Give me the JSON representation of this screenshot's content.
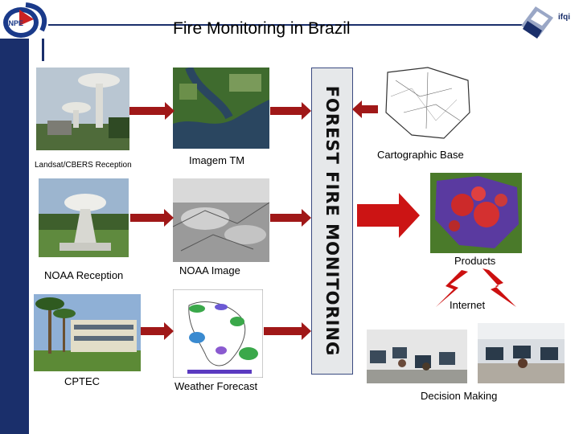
{
  "title": "Fire Monitoring in Brazil",
  "logo_left_text": "INPE",
  "logo_right_text": "ifqi",
  "banner": "FOREST FIRE MONITORING",
  "labels": {
    "landsat": "Landsat/CBERS Reception",
    "imagem_tm": "Imagem TM",
    "noaa_reception": "NOAA Reception",
    "noaa_image": "NOAA Image",
    "cptec": "CPTEC",
    "weather": "Weather Forecast",
    "cartographic": "Cartographic Base",
    "products": "Products",
    "internet": "Internet",
    "decision": "Decision Making"
  },
  "colors": {
    "accent": "#1a2f6b",
    "arrow": "#a01818"
  }
}
